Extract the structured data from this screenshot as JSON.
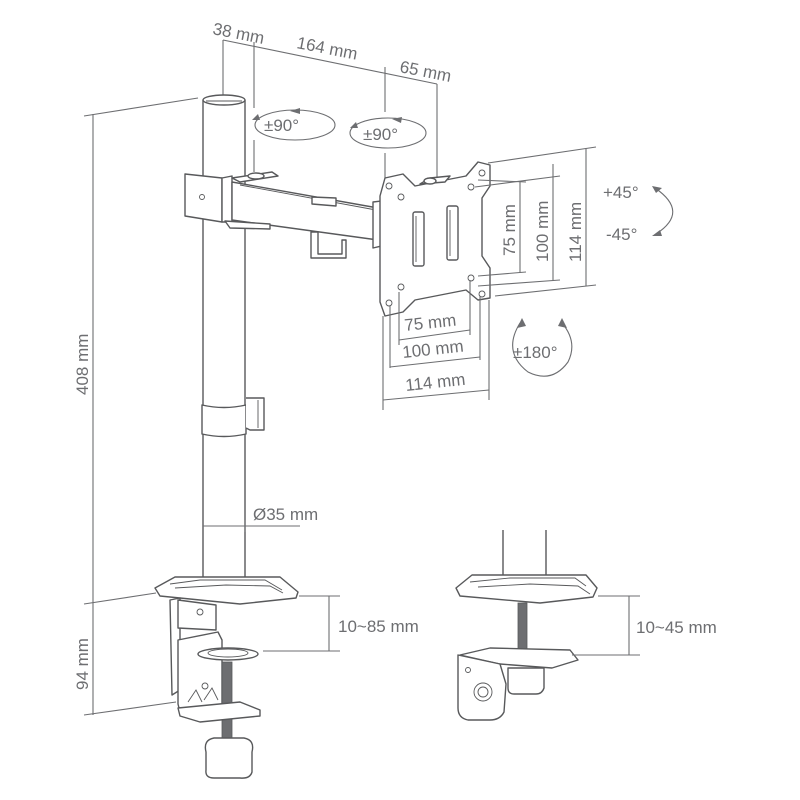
{
  "diagram": {
    "subject": "Single monitor desk mount arm with dimensions",
    "colors": {
      "line": "#6d6e71",
      "part_outline": "#58595b",
      "background": "#ffffff"
    },
    "top_dimensions": {
      "pole_to_joint": "38 mm",
      "arm_length": "164 mm",
      "head_offset": "65 mm"
    },
    "rotations": {
      "arm_swivel": "±90°",
      "head_swivel": "±90°",
      "tilt_up": "+45°",
      "tilt_down": "-45°",
      "rotation": "±180°"
    },
    "vesa_vertical": {
      "inner": "75 mm",
      "middle": "100 mm",
      "outer": "114 mm"
    },
    "vesa_horizontal": {
      "inner": "75 mm",
      "middle": "100 mm",
      "outer": "114 mm"
    },
    "pole": {
      "height": "408 mm",
      "diameter": "Ø35 mm"
    },
    "clamp": {
      "height": "94 mm",
      "desk_thickness_range": "10~85 mm"
    },
    "grommet": {
      "desk_thickness_range": "10~45 mm"
    }
  }
}
